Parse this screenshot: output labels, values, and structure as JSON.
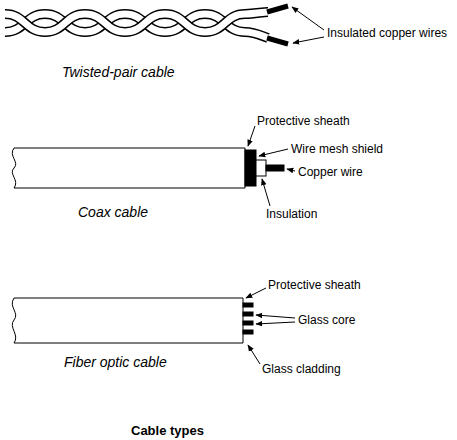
{
  "diagram": {
    "caption": "Cable types",
    "labels": [
      "Insulated copper wires",
      "Twisted-pair cable",
      "Protective sheath",
      "Wire mesh shield",
      "Copper wire",
      "Coax cable",
      "Insulation",
      "Protective sheath",
      "Glass core",
      "Glass cladding",
      "Fiber optic cable"
    ]
  }
}
